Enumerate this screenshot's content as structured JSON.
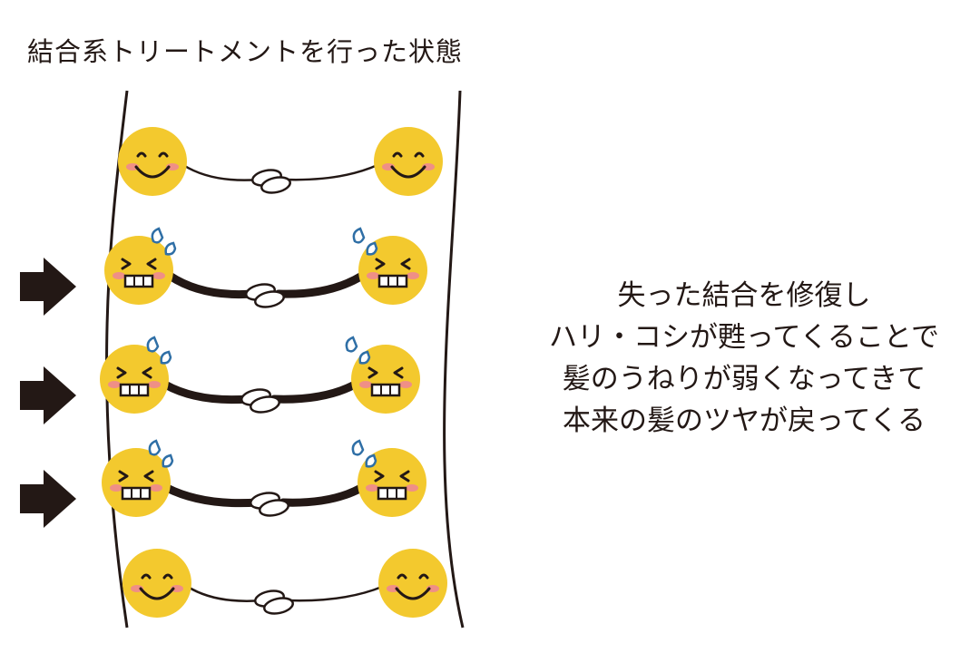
{
  "title": "結合系トリートメントを行った状態",
  "description": [
    "失った結合を修復し",
    "ハリ・コシが甦ってくることで",
    "髪のうねりが弱くなってきて",
    "本来の髪のツヤが戻ってくる"
  ],
  "colors": {
    "ink": "#231815",
    "face": "#f3c92e",
    "cheek": "#ef8f86",
    "sweat": "#2f6fa6",
    "arrow": "#231815"
  },
  "rows": [
    {
      "state": "relaxed",
      "arrow": false
    },
    {
      "state": "straining",
      "arrow": true
    },
    {
      "state": "straining",
      "arrow": true
    },
    {
      "state": "straining",
      "arrow": true
    },
    {
      "state": "relaxed",
      "arrow": false
    }
  ],
  "icons": [
    "smiling-face-icon",
    "straining-face-icon",
    "sweat-drop-icon",
    "handshake-icon",
    "right-arrow-icon"
  ]
}
